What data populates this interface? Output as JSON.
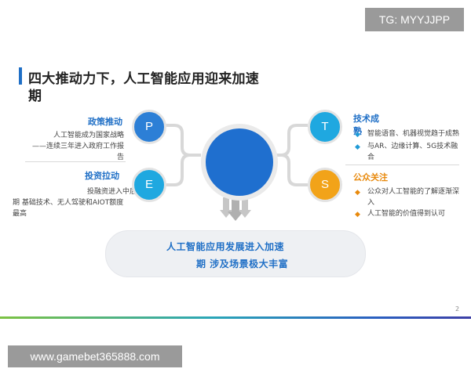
{
  "badge": "TG: MYYJJPP",
  "title": {
    "line1": "四大推动力下，人工智能应用迎来加速",
    "line2": "期"
  },
  "left_top": {
    "label": "政策推动",
    "lines": [
      "人工智能成为国家战略",
      "——连续三年进入政府工作报",
      "告"
    ]
  },
  "left_bottom": {
    "label": "投资拉动",
    "lines": [
      "投融资进入中后",
      "期 基础技术、无人驾驶和AIOT额度",
      "最高"
    ]
  },
  "right_top": {
    "label_line1": "技术成",
    "label_line2": "熟",
    "bullets": [
      {
        "line1": "智能语音、机器视觉趋于成熟",
        "line2": ""
      },
      {
        "line1": "与AR、边缘计算、5G技术融",
        "line2": "合"
      }
    ]
  },
  "right_bottom": {
    "label": "公众关注",
    "bullets": [
      {
        "line1": "公众对人工智能的了解逐渐深",
        "line2": "入"
      },
      {
        "line1": "人工智能的价值得到认可",
        "line2": ""
      }
    ]
  },
  "circles": {
    "p": "P",
    "e": "E",
    "t": "T",
    "s": "S"
  },
  "conclusion": {
    "line1": "人工智能应用发展进入加速",
    "line2": "期 涉及场景极大丰富"
  },
  "page_number": "2",
  "watermark": "www.gamebet365888.com",
  "colors": {
    "blue": "#2c7fd6",
    "cyan": "#1fa8e0",
    "orange": "#f2a319",
    "center": "#1f6fcf",
    "title_accent": "#1f6fc6"
  }
}
